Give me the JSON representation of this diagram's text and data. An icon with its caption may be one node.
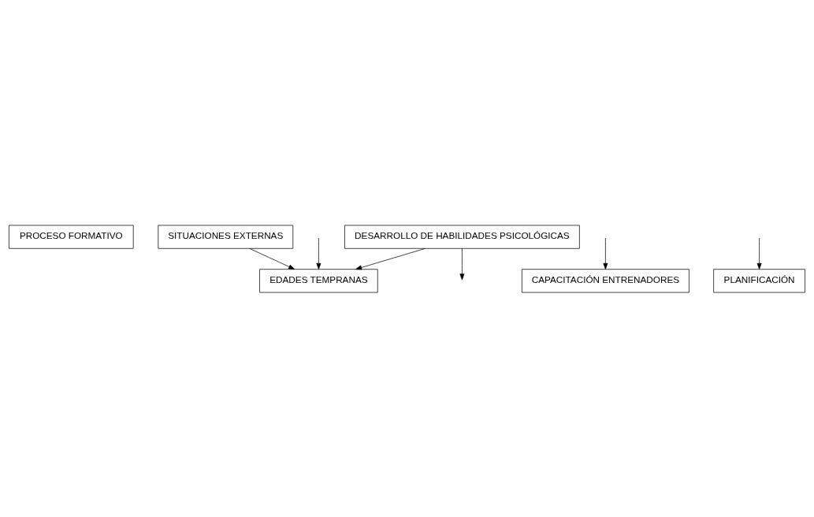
{
  "diagram": {
    "nodes": [
      {
        "text": [
          "PROCESO FORMATIVO"
        ]
      },
      {
        "text": [
          "DESARROLLO DE HABILIDADES PSICOLÓGICAS"
        ]
      },
      {
        "text": [
          "SITUACIONES EXTERNAS"
        ]
      },
      {
        "text": [
          "EDADES TEMPRANAS"
        ]
      },
      {
        "text": [
          "CAPACITACIÓN ENTRENADORES"
        ]
      },
      {
        "text": [
          "PLANIFICACIÓN"
        ]
      }
    ],
    "edges": [
      {
        "from": 1,
        "to": null,
        "arrow": "to"
      },
      {
        "from": 1,
        "to": 3,
        "arrow": "to"
      },
      {
        "from": null,
        "to": 3,
        "arrow": "to"
      },
      {
        "from": 2,
        "to": 3,
        "arrow": "to"
      },
      {
        "from": null,
        "to": 4,
        "arrow": "to"
      },
      {
        "from": null,
        "to": 5,
        "arrow": "to"
      }
    ]
  }
}
